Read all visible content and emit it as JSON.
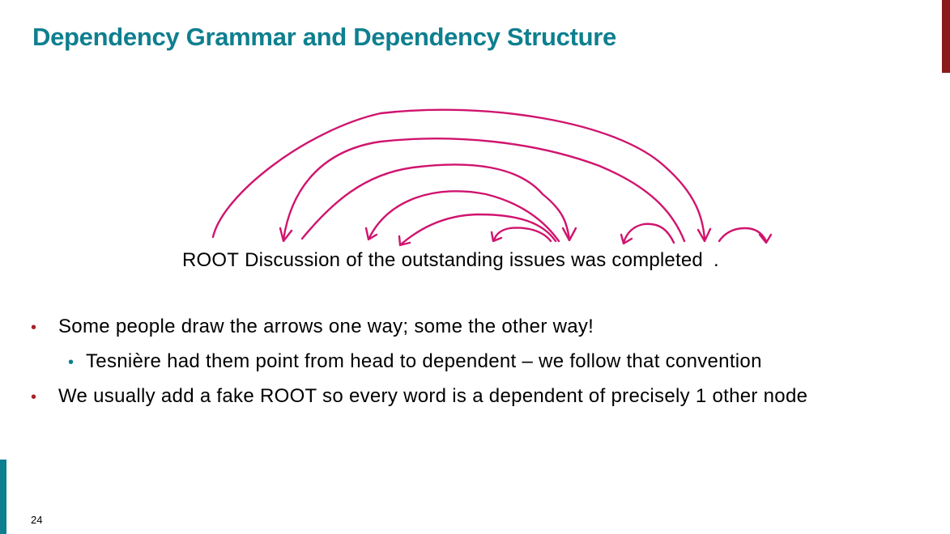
{
  "title": "Dependency Grammar and Dependency Structure",
  "sentence": {
    "words": [
      "ROOT",
      "Discussion",
      "of",
      "the",
      "outstanding",
      "issues",
      "was",
      "completed",
      "."
    ]
  },
  "bullets": [
    {
      "level": 1,
      "text": "Some people draw the arrows one way; some the other way!"
    },
    {
      "level": 2,
      "text": "Tesnière had them point from head to dependent – we follow that convention"
    },
    {
      "level": 1,
      "text": "We usually add a fake ROOT so every word is a dependent of precisely 1 other node"
    }
  ],
  "bullet_symbol": "•",
  "page_number": "24",
  "colors": {
    "title": "#0e7f8f",
    "arrows": "#d0146e",
    "accent_red": "#8b1a1a"
  }
}
